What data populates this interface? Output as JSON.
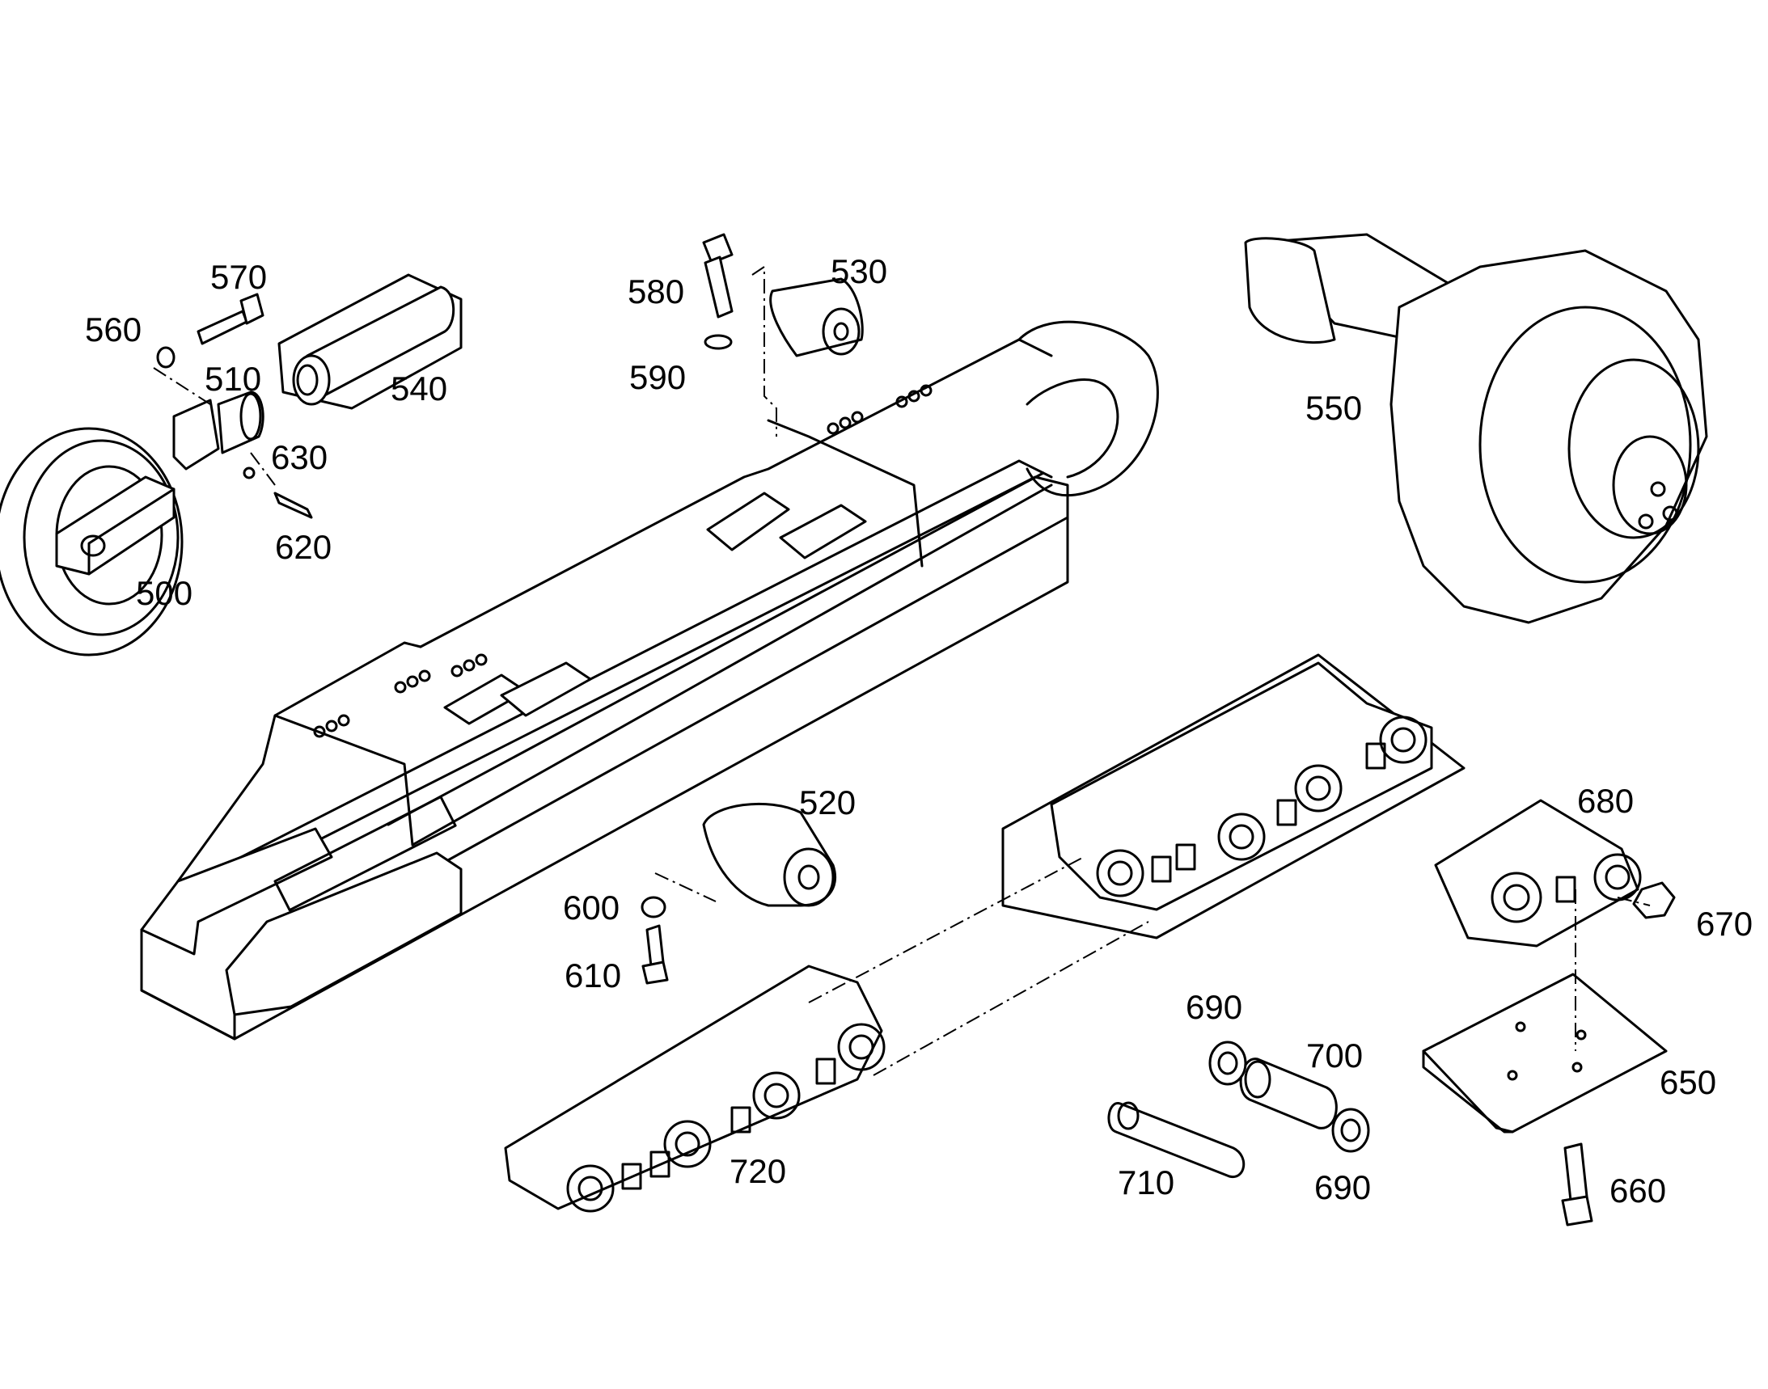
{
  "diagram": {
    "labels": {
      "p500": "500",
      "p510": "510",
      "p520": "520",
      "p530": "530",
      "p540": "540",
      "p550": "550",
      "p560": "560",
      "p570": "570",
      "p580": "580",
      "p590": "590",
      "p600": "600",
      "p610": "610",
      "p620": "620",
      "p630": "630",
      "p650": "650",
      "p660": "660",
      "p670": "670",
      "p680": "680",
      "p690a": "690",
      "p690b": "690",
      "p700": "700",
      "p710": "710",
      "p720": "720"
    }
  }
}
